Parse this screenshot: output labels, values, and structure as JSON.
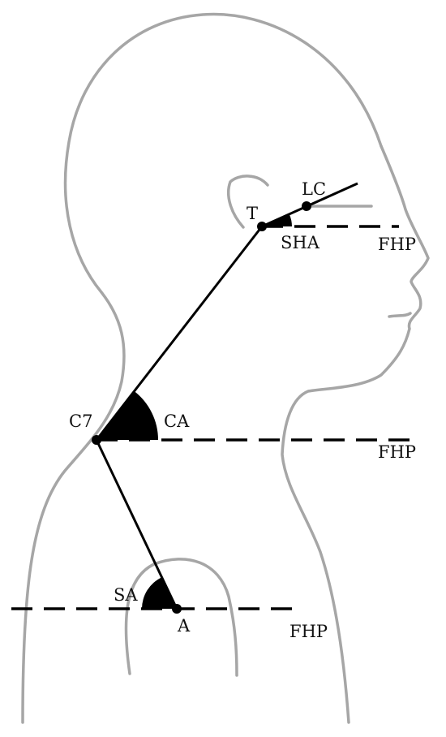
{
  "labels": {
    "lc": "LC",
    "t": "T",
    "sha": "SHA",
    "fhp_top": "FHP",
    "c7": "C7",
    "ca": "CA",
    "fhp_mid": "FHP",
    "sa": "SA",
    "a": "A",
    "fhp_bottom": "FHP"
  },
  "colors": {
    "outline": "#a6a6a6",
    "ink": "#000000",
    "text": "#111111"
  }
}
